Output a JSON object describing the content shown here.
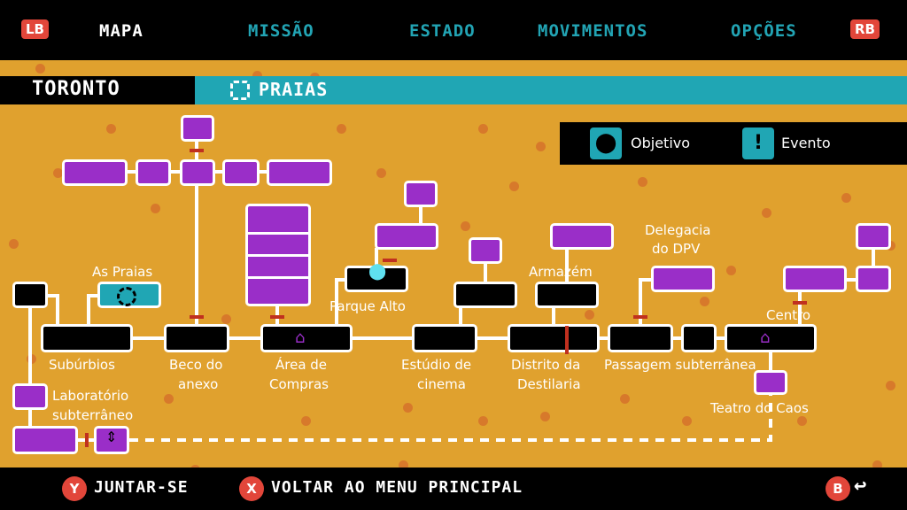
{
  "header": {
    "lb": "LB",
    "rb": "RB",
    "tabs": [
      {
        "label": "MAPA",
        "active": true
      },
      {
        "label": "MISSÃO"
      },
      {
        "label": "ESTADO"
      },
      {
        "label": "MOVIMENTOS"
      },
      {
        "label": "OPÇÕES"
      }
    ]
  },
  "location": {
    "city": "TORONTO",
    "area": "PRAIAS",
    "area_icon": "target-icon"
  },
  "legend": [
    {
      "icon": "map-pin-icon",
      "glyph": "⬤",
      "label": "Objetivo"
    },
    {
      "icon": "exclamation-icon",
      "glyph": "!",
      "label": "Evento"
    }
  ],
  "places": {
    "as_praias": "As Praias",
    "parque_alto": "Parque Alto",
    "armazem": "Armazém",
    "delegacia": "Delegacia",
    "delegacia2": "do DPV",
    "centro": "Centro",
    "suburbios": "Subúrbios",
    "beco": "Beco do",
    "beco2": "anexo",
    "area": "Área de",
    "area2": "Compras",
    "estudio": "Estúdio de",
    "estudio2": "cinema",
    "distrito": "Distrito da",
    "distrito2": "Destilaria",
    "passagem": "Passagem subterrânea",
    "lab": "Laboratório",
    "lab2": "subterrâneo",
    "teatro": "Teatro do Caos"
  },
  "footer": {
    "y_btn": "Y",
    "y_label": "JUNTAR-SE",
    "x_btn": "X",
    "x_label": "VOLTAR AO MENU PRINCIPAL",
    "b_btn": "B",
    "b_icon": "↩"
  },
  "colors": {
    "bg": "#e0a12e",
    "room": "#9a2ec8",
    "accent": "#20a6b4",
    "button": "#e2463a"
  }
}
